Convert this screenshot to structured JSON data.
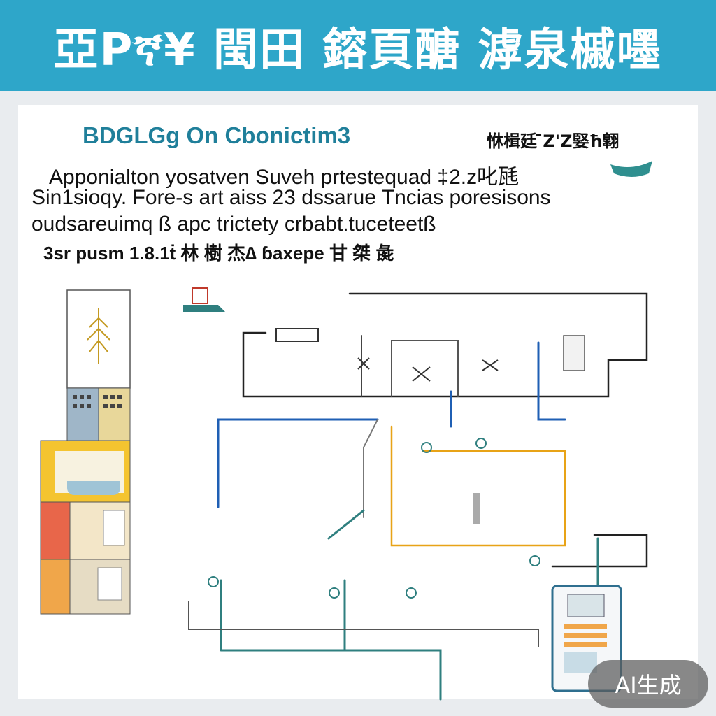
{
  "banner": {
    "title": "亞Pኛ¥ 閠田 鎔頁醣 滹泉槭嚜"
  },
  "headline": {
    "left": "BDGLGg On Cbonictim3",
    "right": "恘楫廷 ̄Z'Z婜ħ翶"
  },
  "paragraph": [
    "Apponialton yosatven Suveh prtestequad ‡2.z叱瓱",
    "Sin1sioqy. Fore‑s art aiss 23 dssarue Tncias poresisons",
    "oudsareuimq ß apc  trictety crbabt.tuceteetß",
    "3sr pusm 1.8.1ṫ 林 樹 杰∆ ɓaxepe 甘 桀 彘"
  ],
  "badge": {
    "label": "AI生成"
  },
  "colors": {
    "banner": "#2ea6c9",
    "headline": "#1f7f9a",
    "pipe_blue": "#1f5fb4",
    "pipe_teal": "#2f7f7f",
    "pipe_orange": "#e8a317",
    "panel_yellow": "#f4c430",
    "panel_red": "#e8664a",
    "panel_orange": "#f0a64a"
  }
}
